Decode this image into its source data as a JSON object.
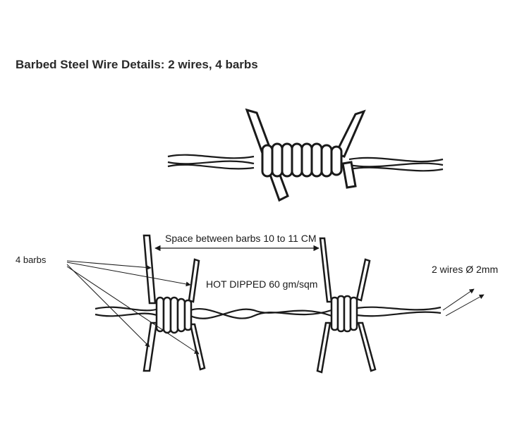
{
  "title": "Barbed Steel Wire Details: 2 wires, 4 barbs",
  "labels": {
    "barbs": "4 barbs",
    "spacing": "Space between barbs 10 to 11 CM",
    "coating": "HOT DIPPED 60 gm/sqm",
    "wires": "2 wires Ø 2mm"
  },
  "colors": {
    "line": "#1a1a1a",
    "background": "#ffffff"
  }
}
